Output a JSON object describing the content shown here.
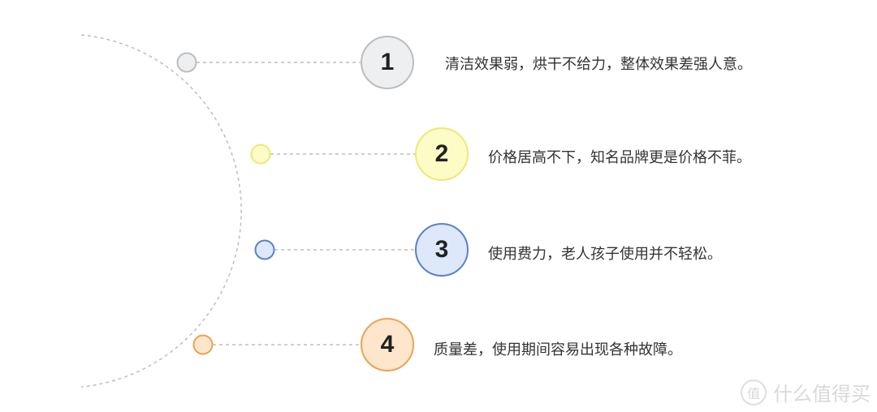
{
  "items": [
    {
      "number": "1",
      "text": "清洁效果弱，烘干不给力，整体效果差强人意。",
      "fill": "#eeeff1",
      "stroke": "#bdbdbd"
    },
    {
      "number": "2",
      "text": "价格居高不下，知名品牌更是价格不菲。",
      "fill": "#fdfbc6",
      "stroke": "#ede97a"
    },
    {
      "number": "3",
      "text": "使用费力，老人孩子使用并不轻松。",
      "fill": "#dde8fb",
      "stroke": "#5b82c7"
    },
    {
      "number": "4",
      "text": "质量差，使用期间容易出现各种故障。",
      "fill": "#fde6cc",
      "stroke": "#eaa454"
    }
  ],
  "watermark": {
    "icon": "值",
    "text": "什么值得买"
  }
}
